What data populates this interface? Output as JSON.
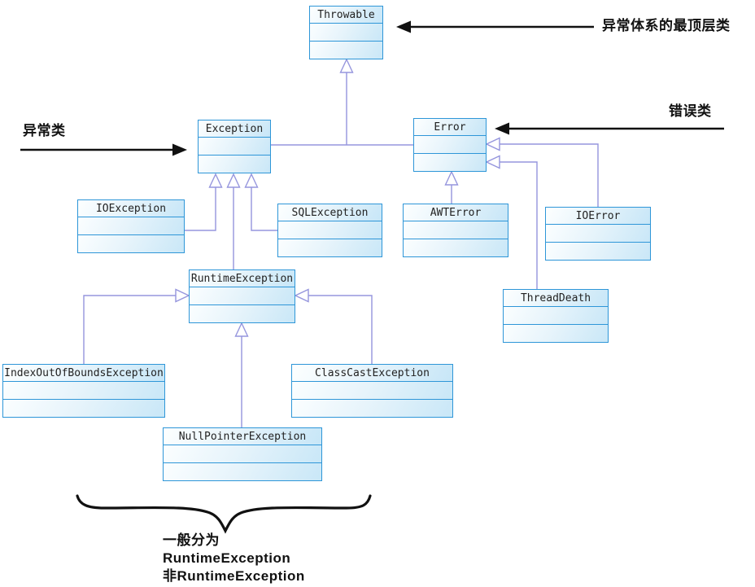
{
  "classes": [
    {
      "name": "Throwable"
    },
    {
      "name": "Exception"
    },
    {
      "name": "Error"
    },
    {
      "name": "IOException"
    },
    {
      "name": "SQLException"
    },
    {
      "name": "AWTError"
    },
    {
      "name": "IOError"
    },
    {
      "name": "ThreadDeath"
    },
    {
      "name": "RuntimeException"
    },
    {
      "name": "IndexOutOfBoundsException"
    },
    {
      "name": "ClassCastException"
    },
    {
      "name": "NullPointerException"
    }
  ],
  "annotations": {
    "top_level_label": "异常体系的最顶层类",
    "exception_label": "异常类",
    "error_label": "错误类",
    "bottom_note_line1": "一般分为",
    "bottom_note_line2": "RuntimeException",
    "bottom_note_line3": "非RuntimeException"
  },
  "relationships": [
    {
      "child": "Exception",
      "parent": "Throwable"
    },
    {
      "child": "Error",
      "parent": "Throwable"
    },
    {
      "child": "IOException",
      "parent": "Exception"
    },
    {
      "child": "RuntimeException",
      "parent": "Exception"
    },
    {
      "child": "SQLException",
      "parent": "Exception"
    },
    {
      "child": "AWTError",
      "parent": "Error"
    },
    {
      "child": "IOError",
      "parent": "Error"
    },
    {
      "child": "ThreadDeath",
      "parent": "Error"
    },
    {
      "child": "IndexOutOfBoundsException",
      "parent": "RuntimeException"
    },
    {
      "child": "ClassCastException",
      "parent": "RuntimeException"
    },
    {
      "child": "NullPointerException",
      "parent": "RuntimeException"
    }
  ],
  "colors": {
    "box_border": "#2e96d8",
    "box_fill_top": "#fbfeff",
    "box_fill_bottom": "#c9e7f7",
    "inheritance_line": "#9595dd",
    "annotation_color": "#111111"
  }
}
